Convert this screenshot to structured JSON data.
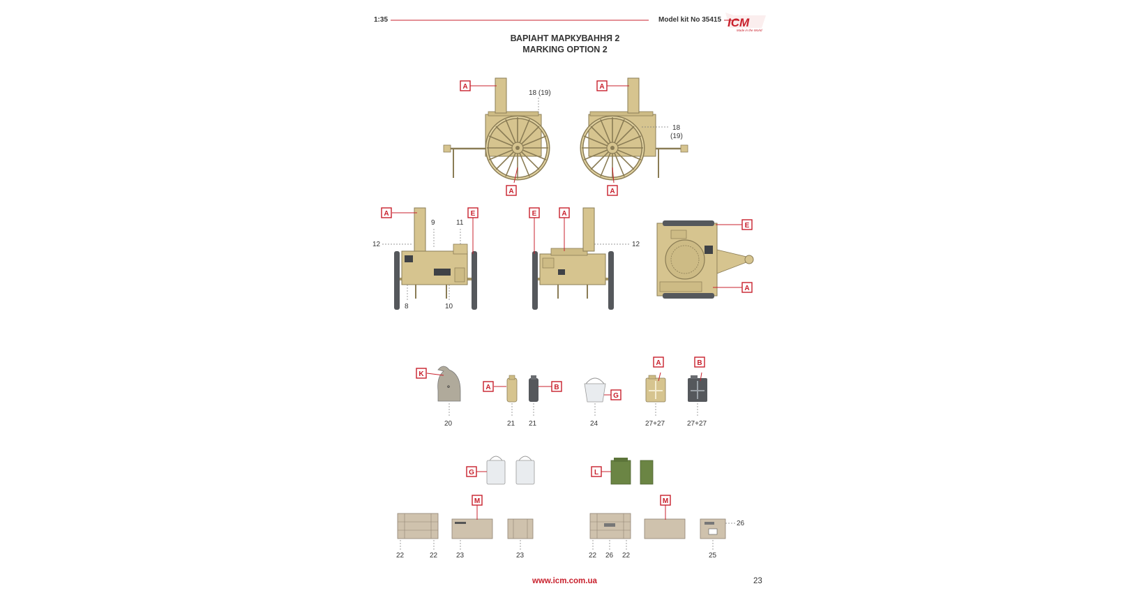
{
  "header": {
    "scale": "1:35",
    "kit_label": "Model kit No 35415",
    "logo": {
      "text": "ICM",
      "tagline": "Made in the World"
    }
  },
  "title": {
    "line1": "ВАРІАНТ МАРКУВАННЯ 2",
    "line2": "MARKING OPTION 2"
  },
  "colors": {
    "accent_red": "#c8202c",
    "sand_yellow": "#d6c48f",
    "dark_grey": "#55585c",
    "wood": "#cfc2ad",
    "green": "#6b8544",
    "white_grey": "#e9ecef"
  },
  "callouts": {
    "side_left_top": "A",
    "side_left_bottom": "A",
    "side_right_top": "A",
    "side_right_bottom": "A",
    "front_a": "A",
    "front_e": "E",
    "rear_e": "E",
    "rear_a": "A",
    "top_e": "E",
    "top_a": "A",
    "sack_k": "K",
    "bottle_a": "A",
    "bottle_b": "B",
    "bucket_g": "G",
    "jerry_a": "A",
    "jerry_b": "B",
    "milk_g": "G",
    "green_l": "L",
    "crate_m1": "M",
    "crate_m2": "M"
  },
  "part_numbers": {
    "side_left_decal": "18 (19)",
    "side_right_decal_1": "18",
    "side_right_decal_2": "(19)",
    "front_9": "9",
    "front_11": "11",
    "front_12": "12",
    "front_8": "8",
    "front_10": "10",
    "rear_12": "12",
    "sack": "20",
    "bottle_1": "21",
    "bottle_2": "21",
    "bucket": "24",
    "jerry_1": "27+27",
    "jerry_2": "27+27",
    "crate_l1": "22",
    "crate_l2": "22",
    "crate_m1": "23",
    "crate_small_1": "23",
    "crate_r1": "22",
    "crate_r2": "26",
    "crate_r3": "22",
    "crate_small_2": "25",
    "crate_small_2_side": "26"
  },
  "footer": {
    "url": "www.icm.com.ua",
    "page": "23"
  }
}
